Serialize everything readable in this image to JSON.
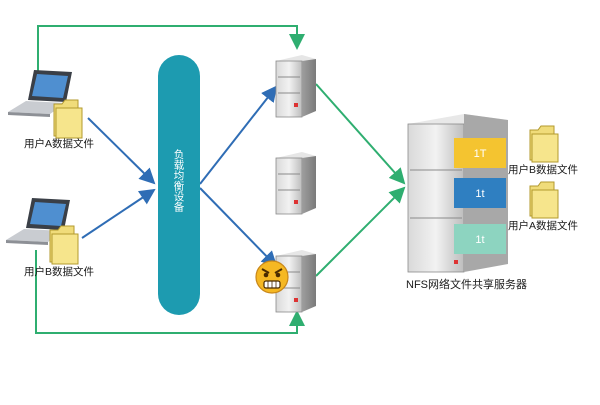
{
  "clients": [
    {
      "file_label": "用户A数据文件"
    },
    {
      "file_label": "用户B数据文件"
    }
  ],
  "load_balancer": {
    "label": "负载均衡设备"
  },
  "nfs": {
    "label": "NFS网络文件共享服务器",
    "shelves": [
      {
        "tag": "1T",
        "color": "#f4c430"
      },
      {
        "tag": "1t",
        "color": "#2f7fc1"
      },
      {
        "tag": "1t",
        "color": "#8dd4c0"
      }
    ],
    "files": [
      {
        "label": "用户B数据文件"
      },
      {
        "label": "用户A数据文件"
      }
    ]
  },
  "colors": {
    "arrow_blue": "#2f6db5",
    "arrow_green": "#2fae70",
    "load_balancer": "#1d9bb0"
  },
  "icons": [
    "laptop-icon",
    "folder-icon",
    "server-icon",
    "nfs-server-icon",
    "angry-face-icon"
  ]
}
